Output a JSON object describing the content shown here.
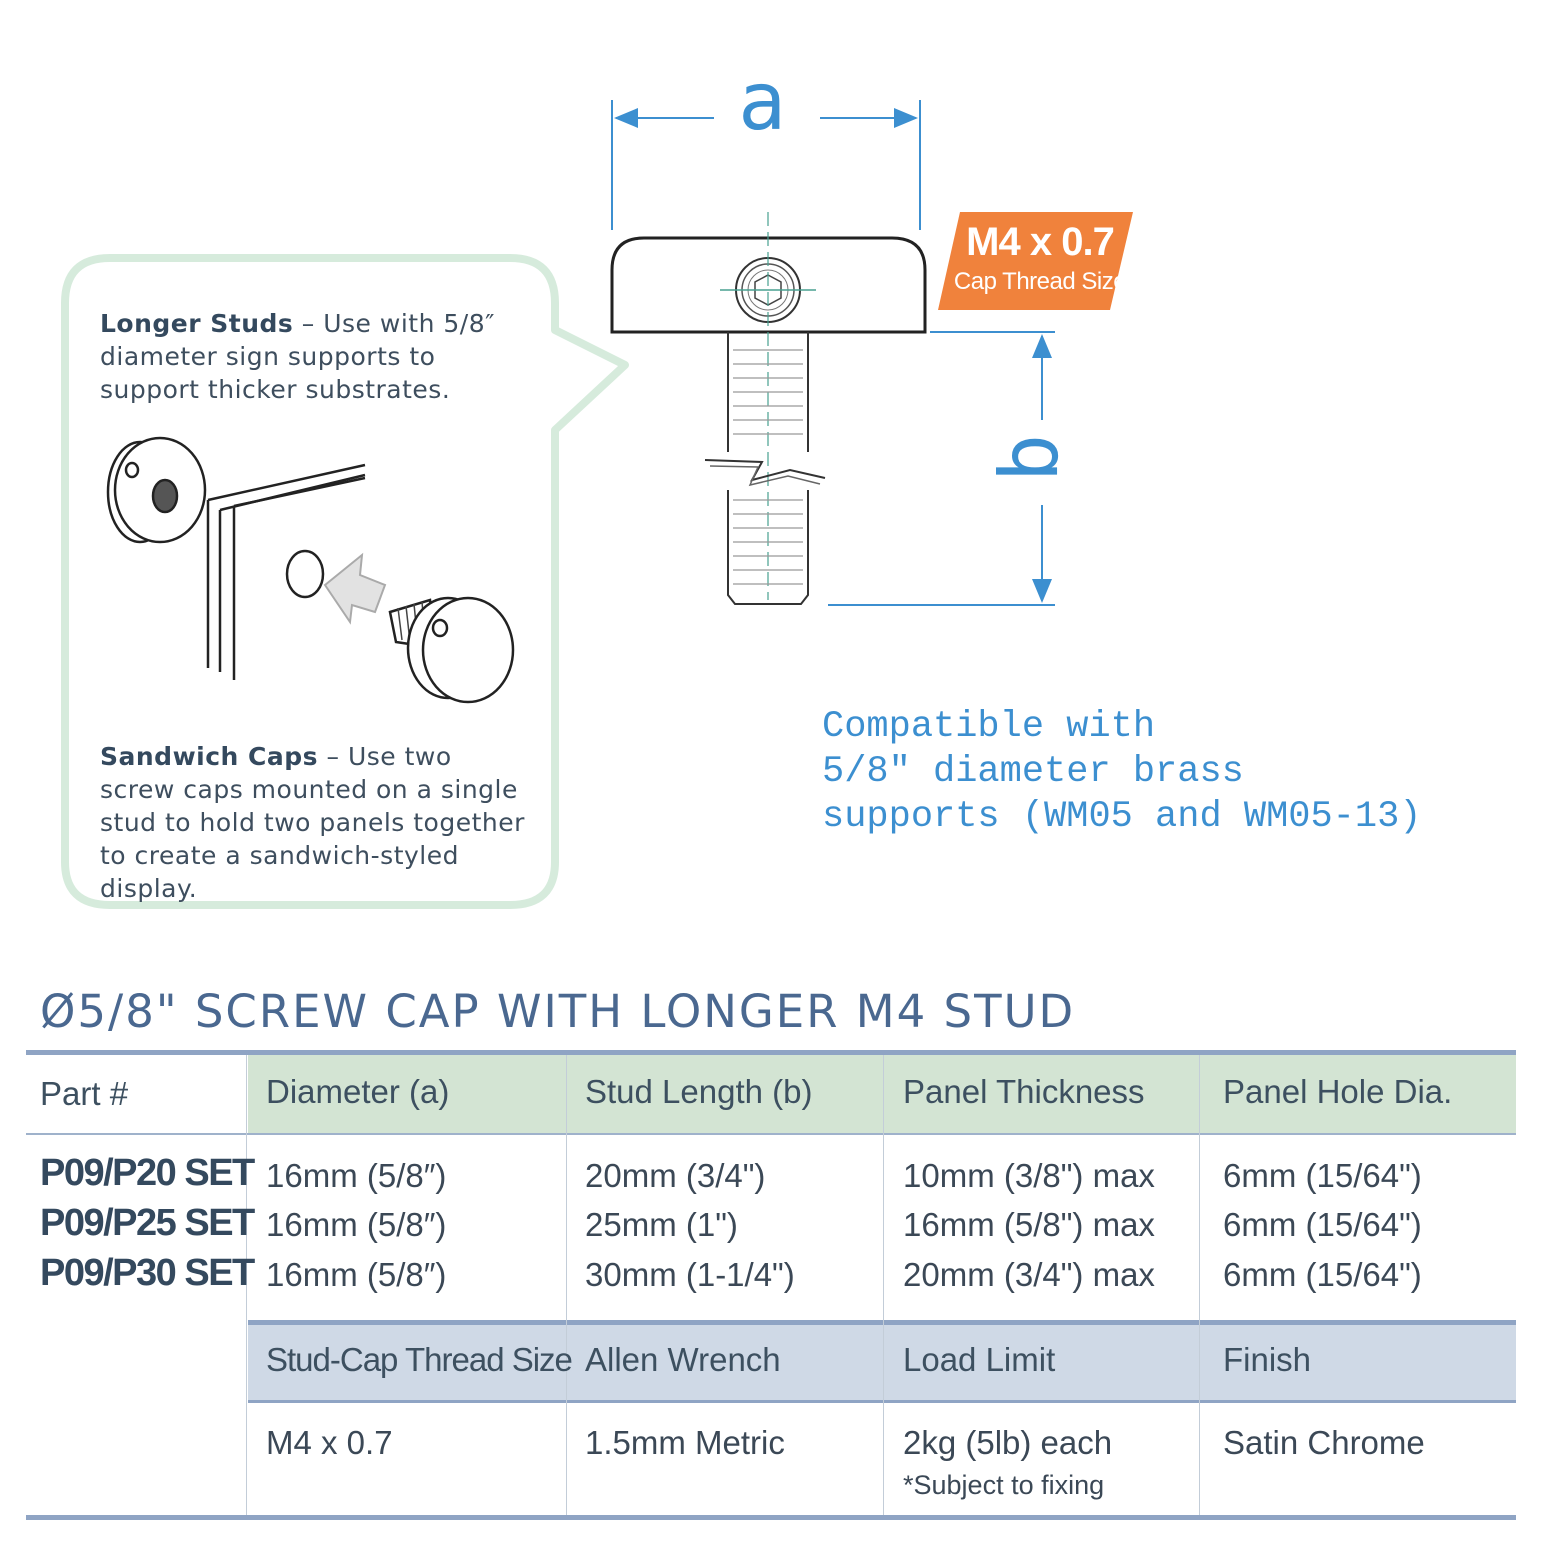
{
  "callout": {
    "longer_studs_title": "Longer Studs",
    "longer_studs_text": " –  Use with 5/8″ diameter sign supports to support thicker substrates.",
    "sandwich_title": "Sandwich Caps",
    "sandwich_text": " –  Use two screw caps mounted on a single stud to hold two panels together to create a sandwich-styled display."
  },
  "diagram": {
    "dim_a": "a",
    "dim_b": "b",
    "badge_size": "M4 x 0.7",
    "badge_caption": "Cap Thread Size",
    "compat_line1": "Compatible with",
    "compat_line2": "5/8″ diameter brass",
    "compat_line3": "supports (WM05 and WM05-13)",
    "colors": {
      "dimension": "#3c8fd0",
      "badge": "#f0823c",
      "callout_border": "#d6ebdc",
      "header_green": "#d3e4d3",
      "header_blue": "#cfd9e6"
    }
  },
  "table": {
    "title": "Ø5/8\" SCREW CAP WITH LONGER M4 STUD",
    "part_header": "Part #",
    "parts": [
      "P09/P20 SET",
      "P09/P25 SET",
      "P09/P30 SET"
    ],
    "headers1": [
      "Diameter (a)",
      "Stud Length (b)",
      "Panel Thickness",
      "Panel Hole Dia."
    ],
    "rows1": [
      [
        "16mm (5/8″)",
        "20mm (3/4\")",
        "10mm (3/8\") max",
        "6mm (15/64\")"
      ],
      [
        "16mm (5/8″)",
        "25mm (1\")",
        "16mm (5/8\") max",
        "6mm (15/64\")"
      ],
      [
        "16mm (5/8″)",
        "30mm (1-1/4\")",
        "20mm (3/4\") max",
        "6mm (15/64\")"
      ]
    ],
    "headers2": [
      "Stud-Cap Thread Size",
      "Allen Wrench",
      "Load Limit",
      "Finish"
    ],
    "row2": [
      "M4 x 0.7",
      "1.5mm Metric",
      "2kg (5lb) each",
      "Satin Chrome"
    ],
    "load_note": "*Subject to fixing"
  }
}
